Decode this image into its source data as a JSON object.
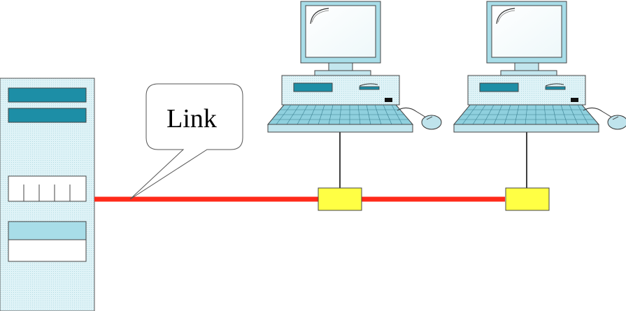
{
  "diagram": {
    "callout": {
      "label": "Link"
    },
    "colors": {
      "link_line": "#ff2a1a",
      "connector": "#ffff44",
      "device_fill": "#d9f1f5",
      "device_accent": "#1d8ea6",
      "device_outline": "#555555"
    },
    "nodes": [
      {
        "id": "server",
        "icon": "server-tower-icon"
      },
      {
        "id": "computer-1",
        "icon": "desktop-computer-icon"
      },
      {
        "id": "computer-2",
        "icon": "desktop-computer-icon"
      }
    ],
    "connectors": [
      {
        "id": "tap-1",
        "icon": "network-tap-icon"
      },
      {
        "id": "tap-2",
        "icon": "network-tap-icon"
      }
    ]
  }
}
